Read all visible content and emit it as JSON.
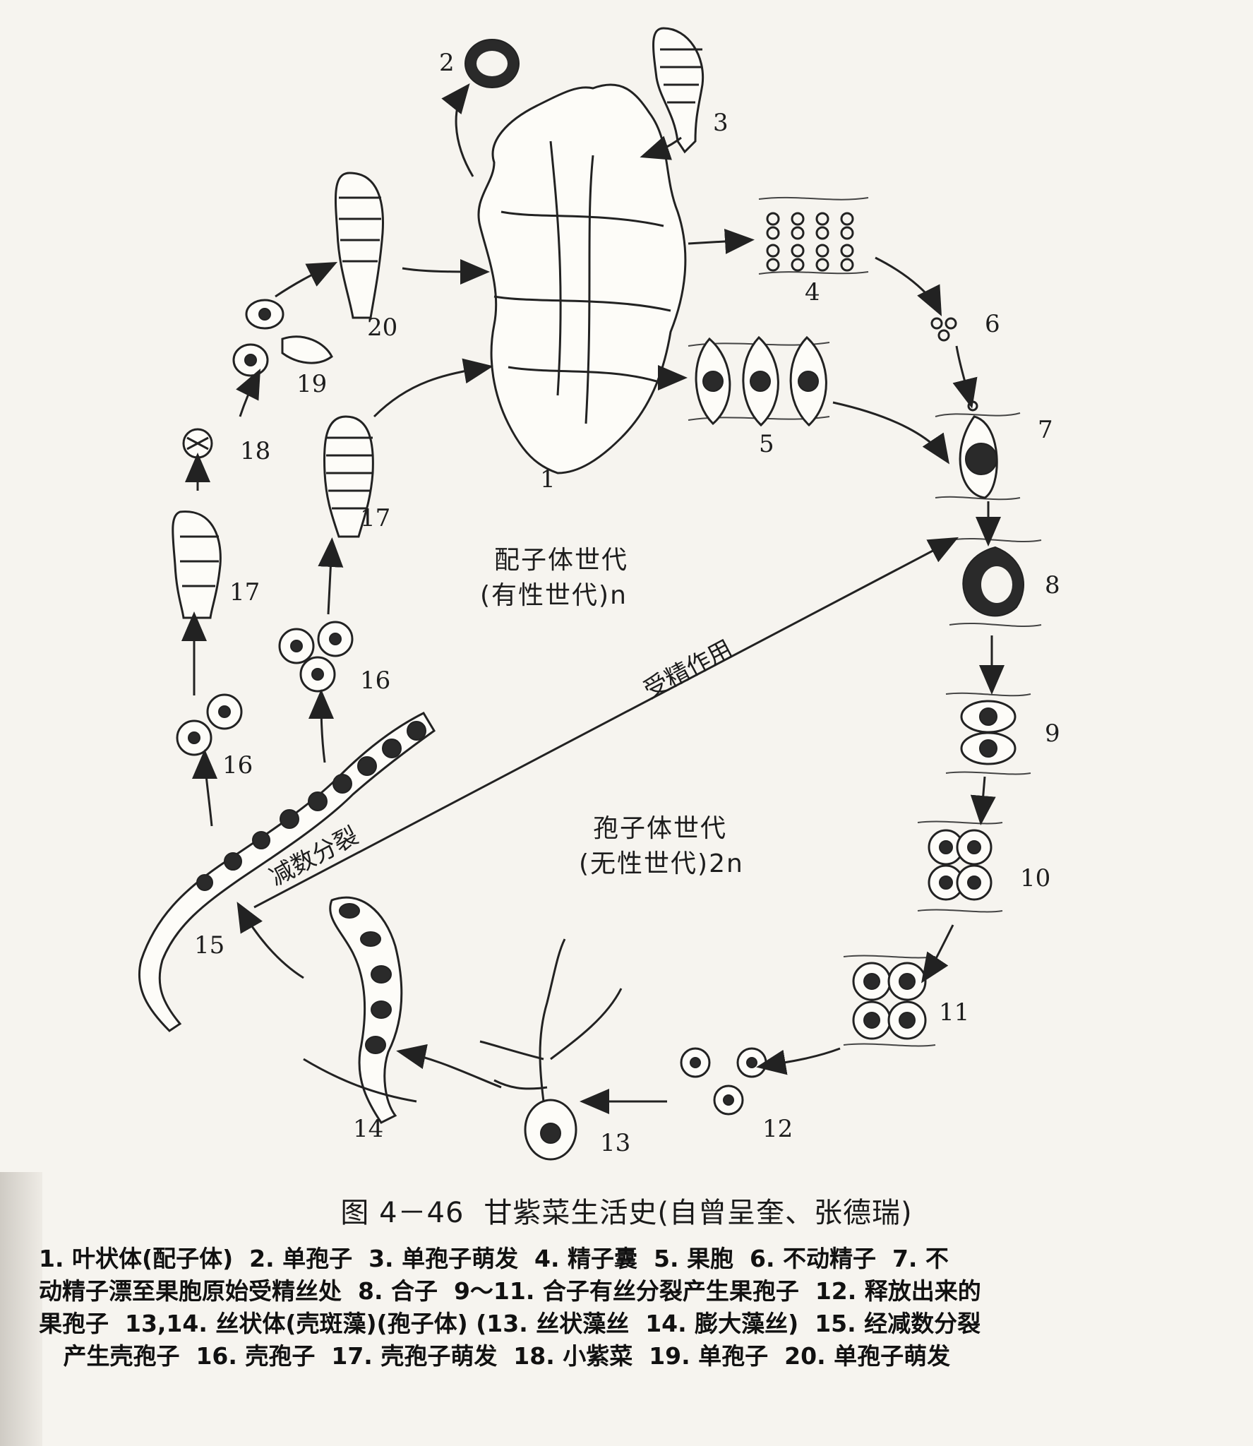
{
  "figure": {
    "number": "图 4－46",
    "title": "甘紫菜生活史(自曾呈奎、张德瑞)"
  },
  "labels": {
    "gametophyte_generation": "配子体世代",
    "gametophyte_sub": "(有性世代)n",
    "sporophyte_generation": "孢子体世代",
    "sporophyte_sub": "(无性世代)2n",
    "fertilization": "受精作用",
    "meiosis": "减数分裂"
  },
  "stage_numbers": [
    "1",
    "2",
    "3",
    "4",
    "5",
    "6",
    "7",
    "8",
    "9",
    "10",
    "11",
    "12",
    "13",
    "14",
    "15",
    "16",
    "16",
    "17",
    "17",
    "18",
    "19",
    "20"
  ],
  "legend_lines": [
    "1. 叶状体(配子体)  2. 单孢子  3. 单孢子萌发  4. 精子囊  5. 果胞  6. 不动精子  7. 不",
    "动精子漂至果胞原始受精丝处  8. 合子  9～11. 合子有丝分裂产生果孢子  12. 释放出来的",
    "果孢子  13,14. 丝状体(壳斑藻)(孢子体) (13. 丝状藻丝  14. 膨大藻丝)  15. 经减数分裂",
    "   产生壳孢子  16. 壳孢子  17. 壳孢子萌发  18. 小紫菜  19. 单孢子  20. 单孢子萌发"
  ]
}
